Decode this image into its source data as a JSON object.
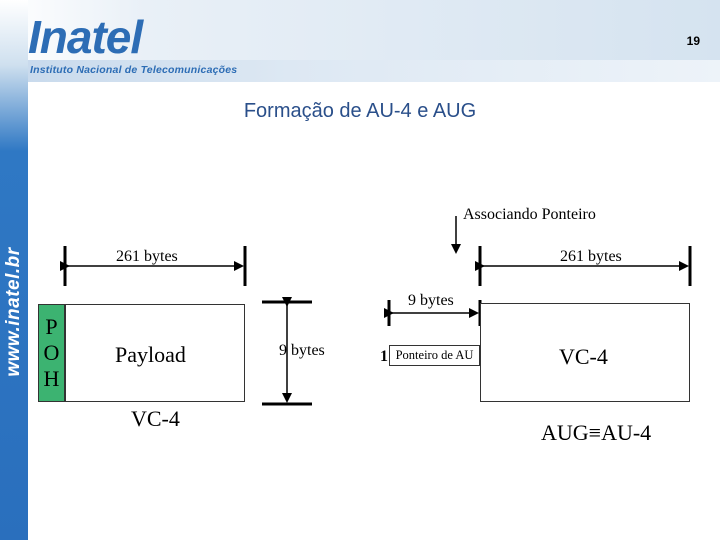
{
  "header": {
    "logo": "Inatel",
    "subtitle": "Instituto Nacional de Telecomunicações",
    "page_number": "19",
    "side_url": "www.inatel.br"
  },
  "title": "Formação de AU-4 e AUG",
  "diagram": {
    "left": {
      "width_label": "261 bytes",
      "poh_letters": [
        "P",
        "O",
        "H"
      ],
      "payload_label": "Payload",
      "caption": "VC-4",
      "height_label": "9 bytes"
    },
    "right": {
      "associating_label": "Associando Ponteiro",
      "width_label": "261 bytes",
      "pointer_height_label": "9 bytes",
      "pointer_row": "1",
      "pointer_label": "Ponteiro de AU",
      "vc_label": "VC-4",
      "caption": "AUG≡AU-4"
    }
  },
  "colors": {
    "brand_blue": "#2d6db5",
    "poh_green": "#3cb371",
    "title_blue": "#2a4f8a"
  }
}
